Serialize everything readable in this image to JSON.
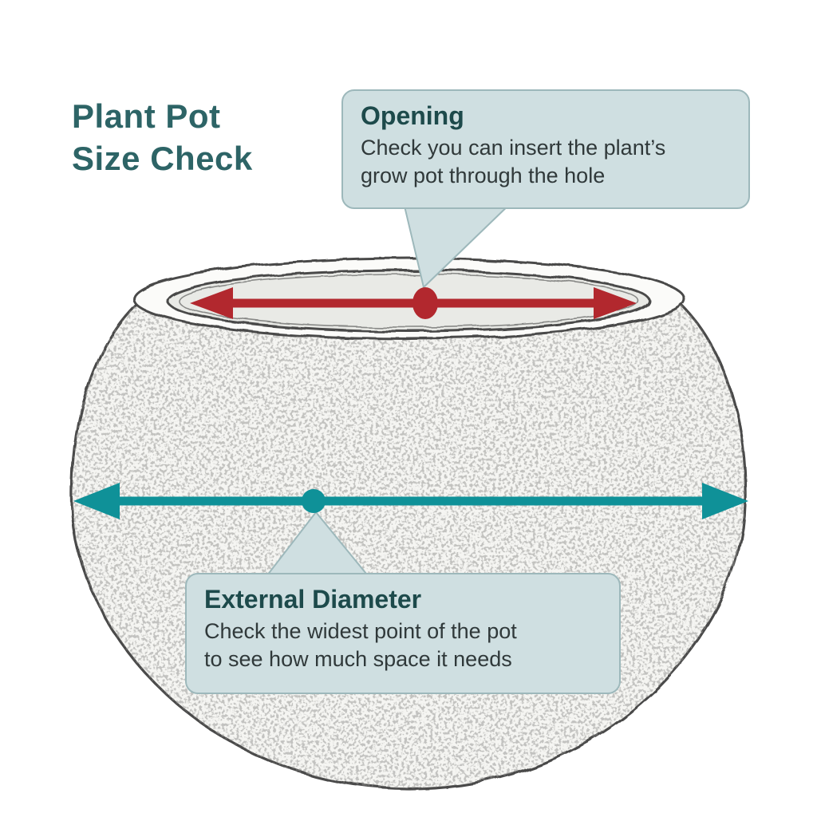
{
  "title": "Plant Pot\nSize Check",
  "callouts": {
    "opening": {
      "heading": "Opening",
      "body": "Check you can insert the plant’s\ngrow pot through the hole"
    },
    "external_diameter": {
      "heading": "External Diameter",
      "body": "Check the widest point of the pot\nto see how much space it needs"
    }
  },
  "colors": {
    "title-color": "#2d6466",
    "heading-color": "#1d4a4b",
    "body-color": "#30393a",
    "callout-bg": "#cfdfe1",
    "callout-border": "#9db8bb",
    "red-arrow": "#b2282e",
    "teal-arrow": "#0f9198",
    "pot-line": "#4a4a48"
  }
}
